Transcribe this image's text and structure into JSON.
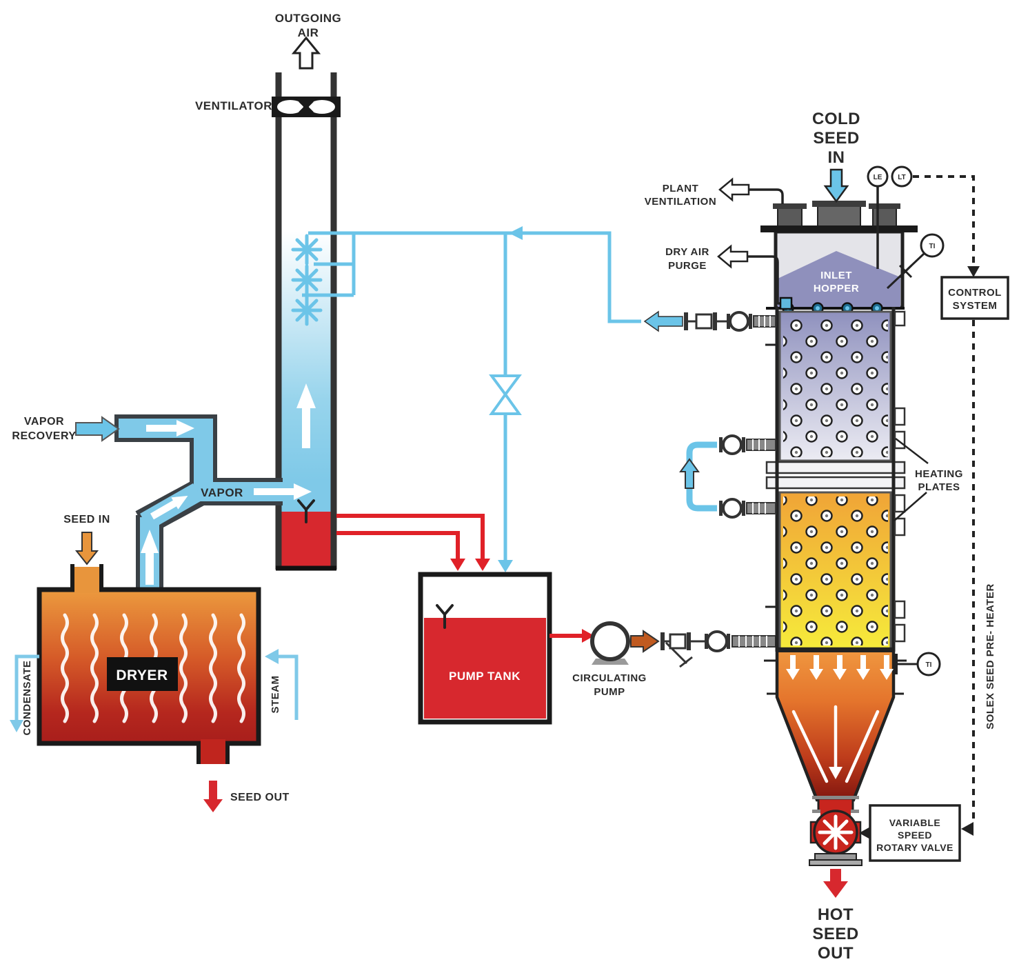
{
  "scrubber": {
    "outgoing_air_1": "OUTGOING",
    "outgoing_air_2": "AIR",
    "ventilator": "VENTILATOR",
    "vapor_recovery_1": "VAPOR",
    "vapor_recovery_2": "RECOVERY",
    "vapor": "VAPOR"
  },
  "dryer": {
    "seed_in": "SEED IN",
    "name": "DRYER",
    "condensate": "CONDENSATE",
    "steam": "STEAM",
    "seed_out": "SEED OUT"
  },
  "pump_system": {
    "tank": "PUMP TANK",
    "pump_1": "CIRCULATING",
    "pump_2": "PUMP"
  },
  "preheater": {
    "cold_seed_1": "COLD",
    "cold_seed_2": "SEED",
    "cold_seed_3": "IN",
    "plant_vent_1": "PLANT",
    "plant_vent_2": "VENTILATION",
    "dry_air_1": "DRY AIR",
    "dry_air_2": "PURGE",
    "hopper_1": "INLET",
    "hopper_2": "HOPPER",
    "heating_1": "HEATING",
    "heating_2": "PLATES",
    "side_label": "SOLEX SEED PRE- HEATER",
    "hot_seed_1": "HOT",
    "hot_seed_2": "SEED",
    "hot_seed_3": "OUT"
  },
  "instruments": {
    "le": "LE",
    "lt": "LT",
    "ti_top": "TI",
    "ti_bottom": "TI"
  },
  "control": {
    "system_1": "CONTROL",
    "system_2": "SYSTEM",
    "valve_1": "VARIABLE",
    "valve_2": "SPEED",
    "valve_3": "ROTARY VALVE"
  },
  "colors": {
    "water_blue": "#6BC4E8",
    "hot_red": "#D7282E",
    "seed_orange": "#E8953C",
    "hopper_purple": "#8F90BC",
    "plate_orange": "#F0A437",
    "plate_yellow": "#F6EB3B",
    "outline_dark": "#222222"
  }
}
